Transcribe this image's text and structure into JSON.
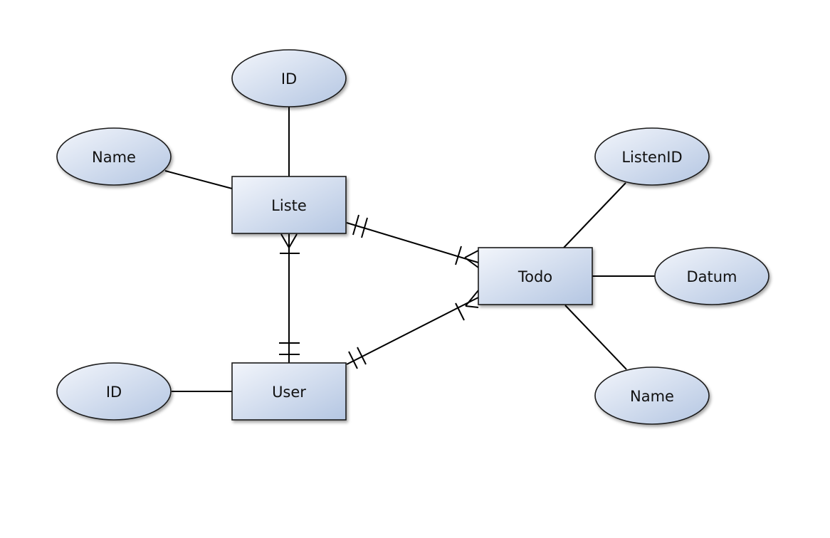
{
  "diagram": {
    "entities": [
      {
        "id": "liste",
        "label": "Liste"
      },
      {
        "id": "user",
        "label": "User"
      },
      {
        "id": "todo",
        "label": "Todo"
      }
    ],
    "attributes": [
      {
        "id": "liste-id",
        "label": "ID",
        "entity": "liste"
      },
      {
        "id": "liste-name",
        "label": "Name",
        "entity": "liste"
      },
      {
        "id": "user-id",
        "label": "ID",
        "entity": "user"
      },
      {
        "id": "todo-listenid",
        "label": "ListenID",
        "entity": "todo"
      },
      {
        "id": "todo-datum",
        "label": "Datum",
        "entity": "todo"
      },
      {
        "id": "todo-name",
        "label": "Name",
        "entity": "todo"
      }
    ],
    "relationships": [
      {
        "from": "liste",
        "to": "todo",
        "from_cardinality": "one-and-only-one",
        "to_cardinality": "one-or-many"
      },
      {
        "from": "user",
        "to": "todo",
        "from_cardinality": "one-and-only-one",
        "to_cardinality": "one-or-many"
      },
      {
        "from": "user",
        "to": "liste",
        "from_cardinality": "one-and-only-one",
        "to_cardinality": "one-or-many"
      }
    ]
  },
  "colors": {
    "fill_light": "#f2f5fb",
    "fill_dark": "#b4c6e2",
    "stroke": "#1a1a1a",
    "line": "#000000"
  }
}
